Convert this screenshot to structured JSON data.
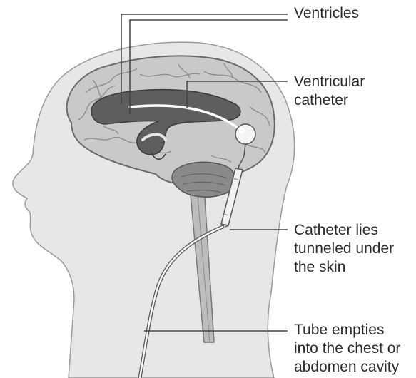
{
  "labels": {
    "ventricles": {
      "lines": [
        "Ventricles"
      ]
    },
    "ventricular_catheter": {
      "lines": [
        "Ventricular",
        "catheter"
      ]
    },
    "catheter_tunneled": {
      "lines": [
        "Catheter lies",
        "tunneled under",
        "the skin"
      ]
    },
    "tube_empties": {
      "lines": [
        "Tube empties",
        "into the chest or",
        "abdomen cavity"
      ]
    }
  },
  "colors": {
    "head_fill": "#e7e7e7",
    "head_outline": "#9a9a9a",
    "brain_fill": "#c9c9c9",
    "brain_outline": "#6a6a6a",
    "ventricle_fill": "#5e5e5e",
    "cerebellum_fill": "#8a8a8a",
    "leader_line": "#444444",
    "catheter": "#ffffff"
  }
}
